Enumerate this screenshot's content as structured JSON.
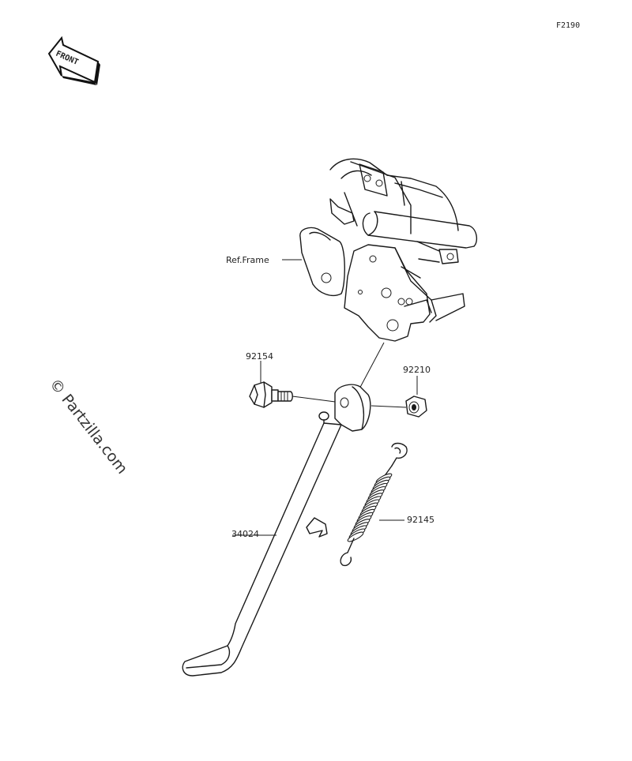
{
  "figure_code": "F2190",
  "front_label": "FRONT",
  "watermark": "© Partzilla.com",
  "callouts": {
    "frame": "Ref.Frame",
    "bolt": "92154",
    "nut": "92210",
    "stand": "34024",
    "spring": "92145"
  }
}
